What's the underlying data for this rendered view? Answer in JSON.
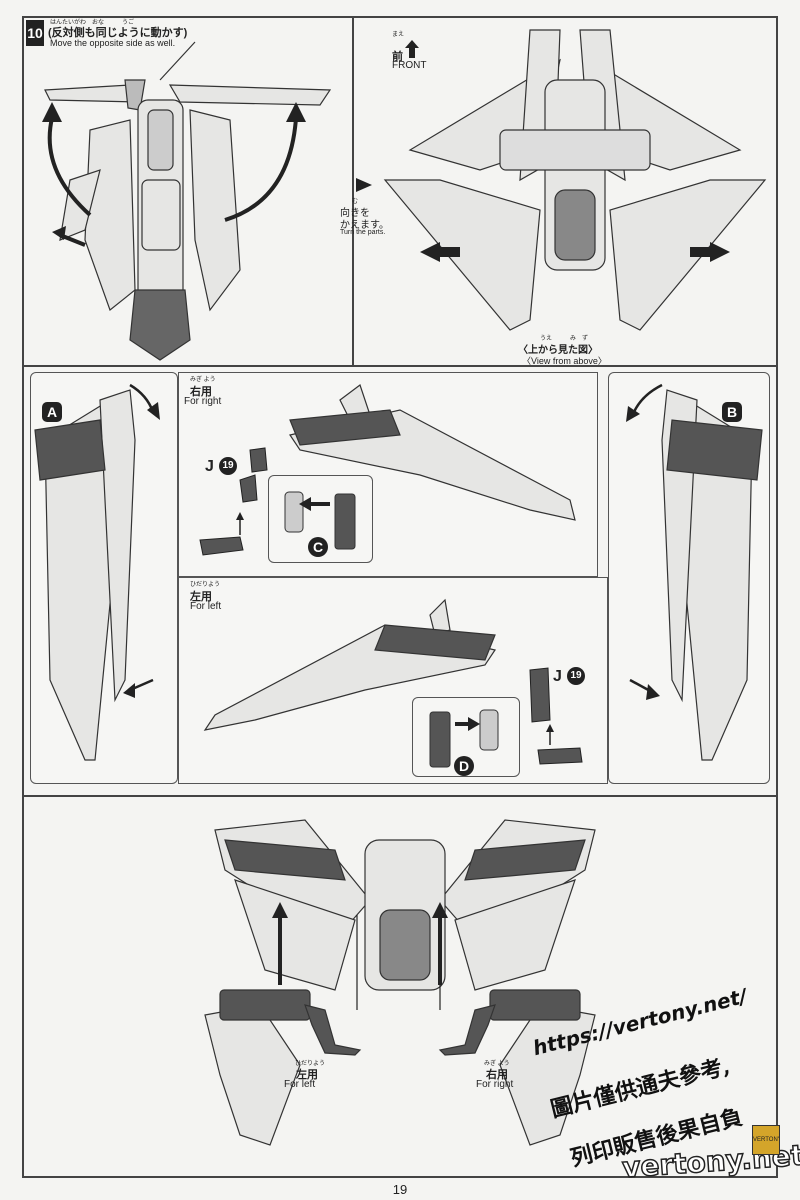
{
  "step": {
    "number": "10",
    "instruction_ruby": "はんたいがわ　おな　　　うご",
    "instruction_jp": "(反対側も同じように動かす)",
    "instruction_en": "Move the opposite side as well."
  },
  "top_right": {
    "front_ruby": "まえ",
    "front_jp": "前",
    "front_en": "FRONT",
    "turn_ruby": "む",
    "turn_jp1": "向きを",
    "turn_jp2": "かえます。",
    "turn_en": "Turn the parts.",
    "view_ruby": "うえ　　　み　ず",
    "view_jp": "〈上から見た図〉",
    "view_en": "〈View from above〉"
  },
  "middle": {
    "badge_a": "A",
    "badge_b": "B",
    "badge_c": "C",
    "badge_d": "D",
    "right_ruby": "みぎ よう",
    "right_jp": "右用",
    "right_en": "For right",
    "left_ruby": "ひだりよう",
    "left_jp": "左用",
    "left_en": "For left",
    "part_j": "J",
    "part_num": "19"
  },
  "bottom": {
    "left_ruby": "ひだりよう",
    "left_jp": "左用",
    "left_en": "For left",
    "right_ruby": "みぎ よう",
    "right_jp": "右用",
    "right_en": "For right"
  },
  "page_number": "19",
  "watermark": {
    "url": "https://vertony.net/",
    "line1": "圖片僅供通夫參考,",
    "line2": "列印販售後果自負",
    "brand": "vertony.net",
    "logo": "VERTONY"
  },
  "colors": {
    "dark_part": "#555555",
    "light_part": "#e6e6e4",
    "line": "#333333"
  }
}
